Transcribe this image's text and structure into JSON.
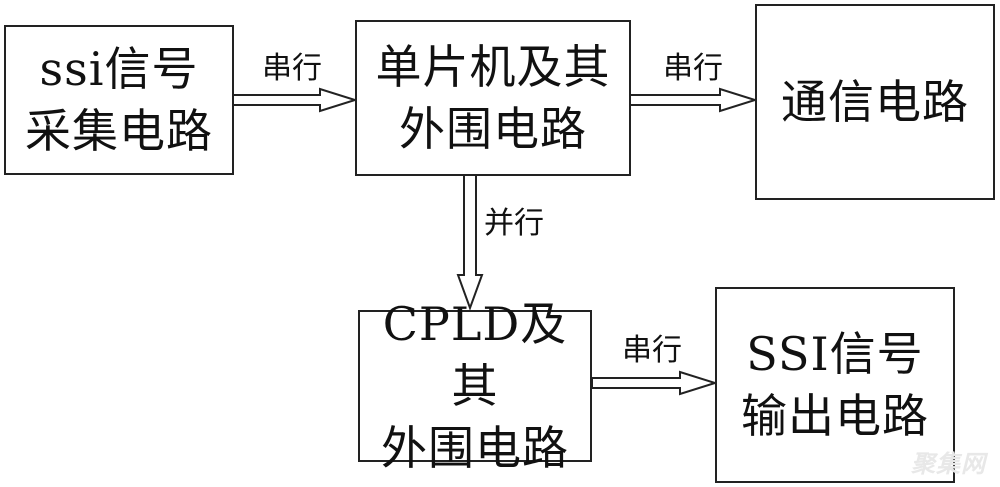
{
  "nodes": {
    "ssi_acq": "ssi信号\n采集电路",
    "mcu": "单片机及其\n外围电路",
    "comm": "通信电路",
    "cpld": "CPLD及其\n外围电路",
    "ssi_out": "SSI信号\n输出电路"
  },
  "edges": {
    "acq_to_mcu": "串行",
    "mcu_to_comm": "串行",
    "mcu_to_cpld": "并行",
    "cpld_to_out": "串行"
  },
  "watermark": "聚集网"
}
